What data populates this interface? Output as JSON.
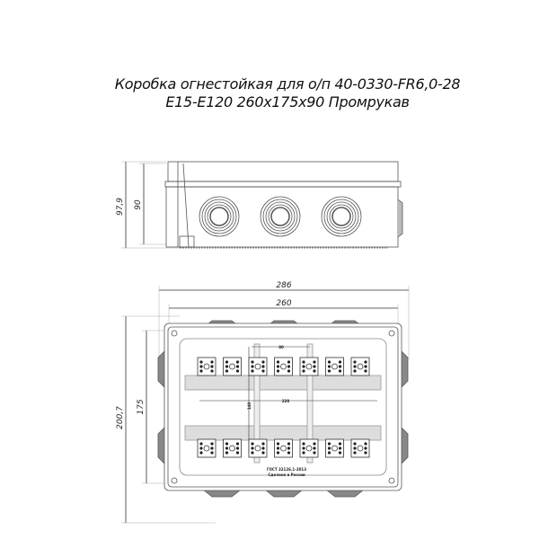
{
  "title": {
    "line1": "Коробка огнестойкая для о/п 40-0330-FR6,0-28",
    "line2": "E15-E120 260x175x90 Промрукав"
  },
  "side_view": {
    "dim_total_height": "97,9",
    "dim_height": "90",
    "glands": 3
  },
  "top_view": {
    "dim_outer_width": "286",
    "dim_width": "260",
    "dim_outer_height": "200,7",
    "dim_height": "175",
    "dim_inner_spacing": "80",
    "dim_inner_width": "220",
    "dim_inner_height": "140",
    "marking_line1": "ГОСТ 32126.1-2013",
    "marking_line2": "Сделано в России",
    "terminal_blocks_per_row": 7
  }
}
